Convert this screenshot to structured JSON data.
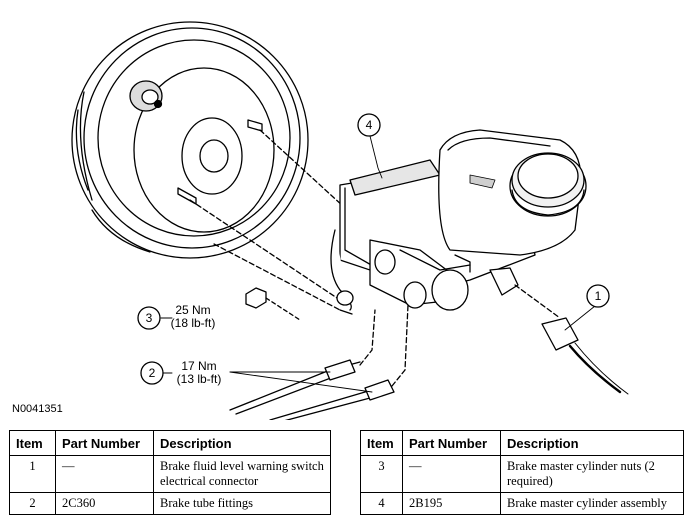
{
  "figure": {
    "id": "N0041351",
    "callouts": [
      {
        "num": "1"
      },
      {
        "num": "2",
        "torque_nm": "17 Nm",
        "torque_lbft": "(13 lb-ft)"
      },
      {
        "num": "3",
        "torque_nm": "25 Nm",
        "torque_lbft": "(18 lb-ft)"
      },
      {
        "num": "4"
      }
    ]
  },
  "tables": {
    "headers": {
      "item": "Item",
      "part_number": "Part Number",
      "description": "Description"
    },
    "left": [
      {
        "item": "1",
        "part_number": "—",
        "description": "Brake fluid level warning switch electrical connector"
      },
      {
        "item": "2",
        "part_number": "2C360",
        "description": "Brake tube fittings"
      }
    ],
    "right": [
      {
        "item": "3",
        "part_number": "—",
        "description": "Brake master cylinder nuts (2 required)"
      },
      {
        "item": "4",
        "part_number": "2B195",
        "description": "Brake master cylinder assembly"
      }
    ]
  },
  "icons": [
    "brake-booster-icon",
    "master-cylinder-icon",
    "reservoir-cap-icon",
    "connector-icon",
    "nut-icon",
    "brake-tube-icon"
  ]
}
